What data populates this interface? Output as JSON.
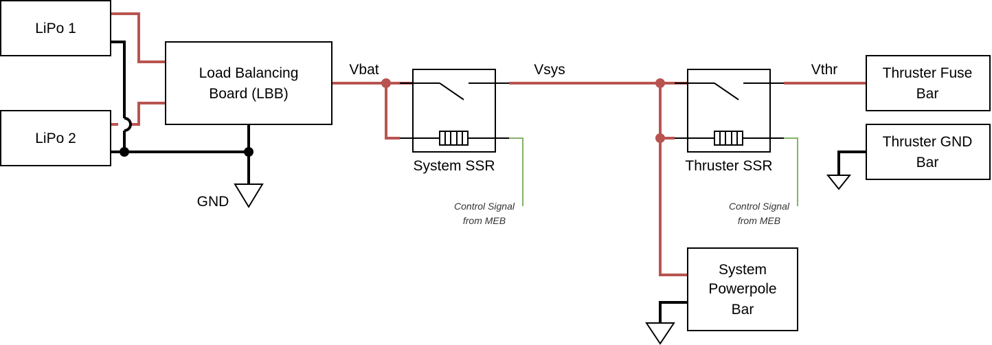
{
  "components": {
    "lipo1": "LiPo 1",
    "lipo2": "LiPo 2",
    "lbb_line1": "Load Balancing",
    "lbb_line2": "Board (LBB)",
    "system_ssr": "System SSR",
    "thruster_ssr": "Thruster SSR",
    "thruster_fuse_line1": "Thruster Fuse",
    "thruster_fuse_line2": "Bar",
    "thruster_gnd_line1": "Thruster GND",
    "thruster_gnd_line2": "Bar",
    "powerpole_line1": "System",
    "powerpole_line2": "Powerpole",
    "powerpole_line3": "Bar"
  },
  "nets": {
    "vbat": "Vbat",
    "vsys": "Vsys",
    "vthr": "Vthr",
    "gnd": "GND"
  },
  "signals": {
    "system_ctrl_line1": "Control Signal",
    "system_ctrl_line2": "from MEB",
    "thruster_ctrl_line1": "Control Signal",
    "thruster_ctrl_line2": "from MEB"
  },
  "colors": {
    "power_wire": "#b85450",
    "ground_wire": "#000000",
    "control_wire": "#82b366"
  }
}
